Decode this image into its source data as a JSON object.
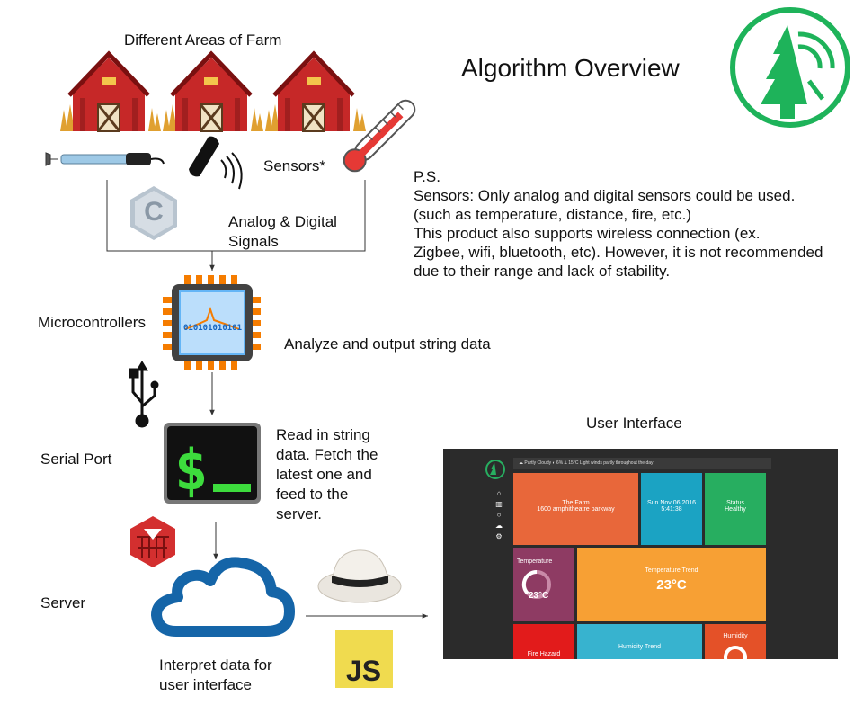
{
  "labels": {
    "areas_title": "Different Areas of Farm",
    "main_title": "Algorithm Overview",
    "sensors": "Sensors*",
    "signals_line1": "Analog & Digital",
    "signals_line2": "Signals",
    "ps_lines": [
      "P.S.",
      "Sensors: Only analog and digital sensors could be used.",
      "(such as temperature, distance, fire, etc.)",
      "This product also supports wireless connection (ex.",
      "Zigbee, wifi, bluetooth, etc). However, it is not recommended",
      "due to their range and lack of stability."
    ],
    "microcontrollers": "Microcontrollers",
    "analyze": "Analyze and output string data",
    "serial_port": "Serial Port",
    "read_lines": [
      "Read in string",
      "data. Fetch the",
      "latest one and",
      "feed to the",
      "server."
    ],
    "server": "Server",
    "interpret_lines": [
      "Interpret data for",
      "user interface"
    ],
    "user_interface": "User Interface",
    "chip_text": "010101010101",
    "terminal_text": "$_",
    "js_text": "JS"
  },
  "dashboard": {
    "topbar": "☁ Partly Cloudy   ◐ 6%   ⟂ 15°C   Light winds partly throughout the day",
    "farm_title": "The Farm",
    "farm_address": "1600 amphitheatre parkway",
    "date": "Sun Nov 06 2016",
    "time": "5:41:38",
    "status_label": "Status",
    "status_value": "Healthy",
    "temperature_label": "Temperature",
    "temperature_value": "23°C",
    "trend_label": "Temperature Trend",
    "trend_value": "23°C",
    "fire_label": "Fire Hazard",
    "humidity_trend_label": "Humidity Trend",
    "humidity_label": "Humidity"
  },
  "colors": {
    "barn_red": "#c62828",
    "arrow": "#333333",
    "chip_border": "#f57c00",
    "chip_body": "#424242",
    "chip_inner": "#bbdefb",
    "terminal_green": "#3ddc3d",
    "cloud_blue": "#1565a8",
    "logo_green": "#1eb35a",
    "js_yellow": "#f0db4f",
    "ruby_red": "#d32f2f",
    "thermo_red": "#e53935",
    "tile_farm": "#e8673a",
    "tile_date": "#1ba3c3",
    "tile_status": "#27ae60",
    "tile_temp": "#8e3b63",
    "tile_trend": "#f7a034",
    "tile_fire": "#e21b1b",
    "tile_humtrend": "#37b3cf",
    "tile_humidity": "#e45128"
  },
  "icons": [
    "barn-icon",
    "probe-sensor-icon",
    "wireless-sensor-icon",
    "thermometer-icon",
    "c-language-icon",
    "microcontroller-chip-icon",
    "usb-icon",
    "terminal-icon",
    "ruby-on-rails-icon",
    "cloud-server-icon",
    "fedora-hat-icon",
    "javascript-icon",
    "tree-signal-logo-icon"
  ]
}
